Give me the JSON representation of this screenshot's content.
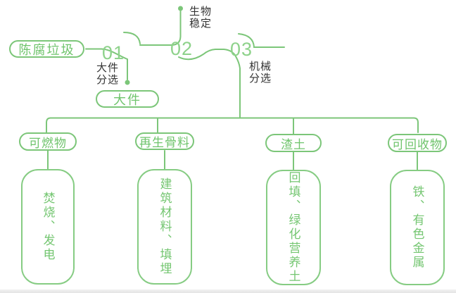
{
  "palette": {
    "line_green": "#7cc679",
    "number_green": "#8ed28b",
    "label_dark": "#333333"
  },
  "source": {
    "label": "陈腐垃圾"
  },
  "stages": [
    {
      "number": "01",
      "label_lines": [
        "大件",
        "分选"
      ],
      "output": "大件"
    },
    {
      "number": "02",
      "label_lines": [
        "生物",
        "稳定"
      ]
    },
    {
      "number": "03",
      "label_lines": [
        "机械",
        "分选"
      ]
    }
  ],
  "categories": [
    {
      "name": "可燃物",
      "detail": "焚烧、发电"
    },
    {
      "name": "再生骨料",
      "detail": "建筑材料、填埋"
    },
    {
      "name": "渣土",
      "detail": "回填、绿化营养土"
    },
    {
      "name": "可回收物",
      "detail": "铁、有色金属"
    }
  ]
}
